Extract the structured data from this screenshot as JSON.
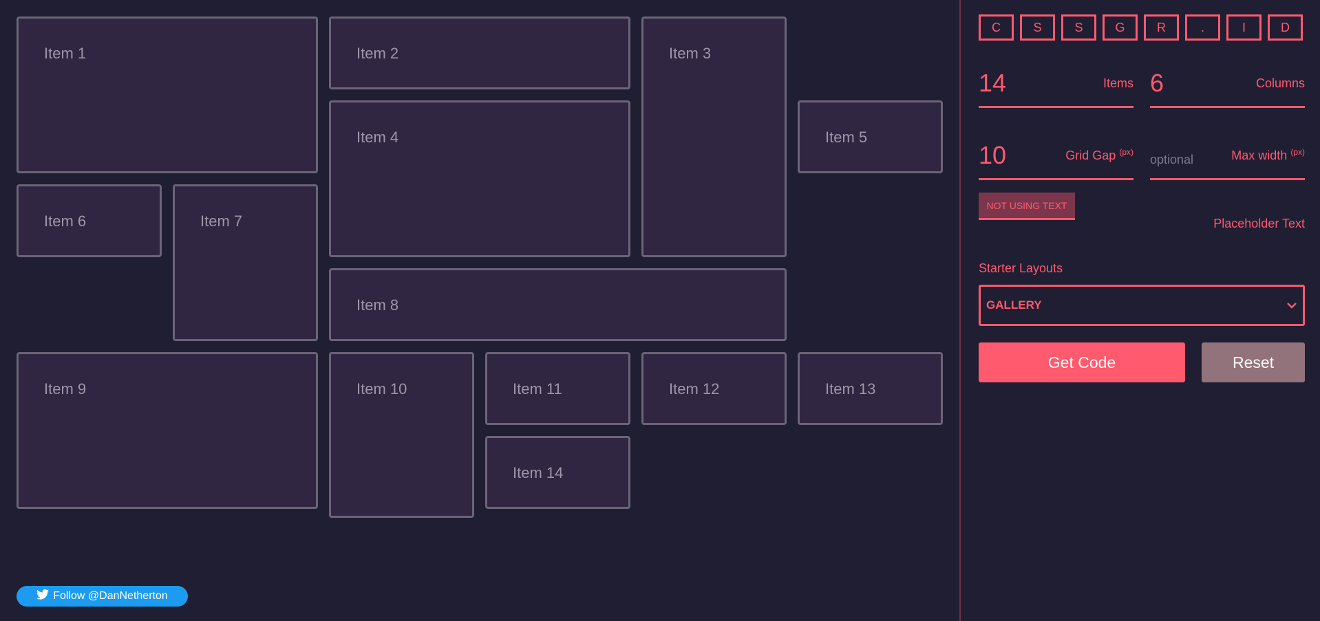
{
  "grid": {
    "items": [
      "Item 1",
      "Item 2",
      "Item 3",
      "Item 4",
      "Item 5",
      "Item 6",
      "Item 7",
      "Item 8",
      "Item 9",
      "Item 10",
      "Item 11",
      "Item 12",
      "Item 13",
      "Item 14"
    ]
  },
  "panel": {
    "logo_letters": [
      "C",
      "S",
      "S",
      "G",
      "R",
      ".",
      "I",
      "D"
    ],
    "items": {
      "value": "14",
      "label": "Items"
    },
    "columns": {
      "value": "6",
      "label": "Columns"
    },
    "grid_gap": {
      "value": "10",
      "label": "Grid Gap",
      "unit": "(px)"
    },
    "max_width": {
      "placeholder": "optional",
      "label": "Max width",
      "unit": "(px)"
    },
    "text_toggle": "NOT USING TEXT",
    "placeholder_text_label": "Placeholder Text",
    "starter_layouts_label": "Starter Layouts",
    "starter_layout_selected": "GALLERY",
    "get_code": "Get Code",
    "reset": "Reset"
  },
  "follow": "Follow @DanNetherton",
  "colors": {
    "accent": "#ff5a6e",
    "background": "#201e33",
    "item": "#302641",
    "twitter": "#1d9bf0"
  }
}
